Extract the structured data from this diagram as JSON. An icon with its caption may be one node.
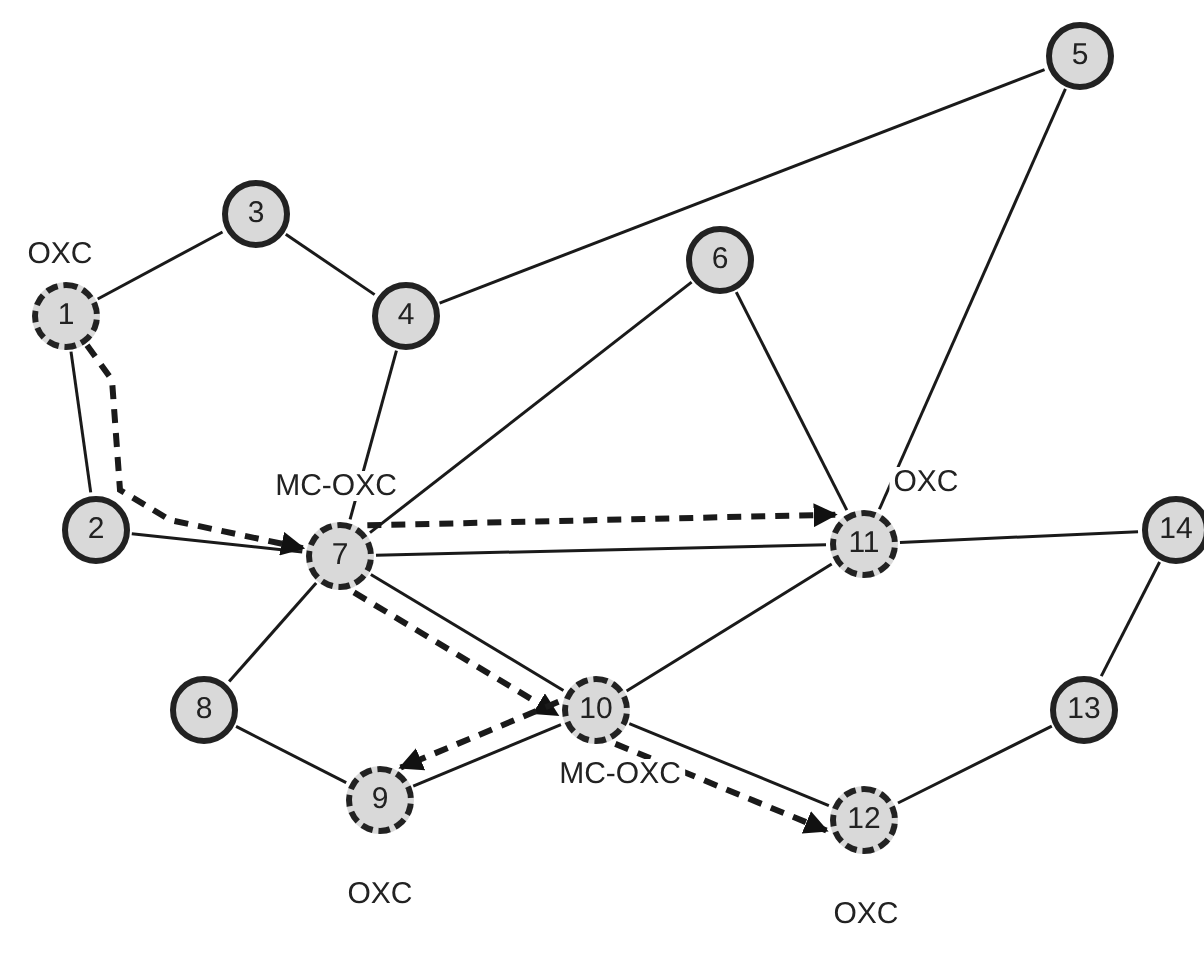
{
  "diagram": {
    "nodes": [
      {
        "text": [
          "1"
        ],
        "beside": [
          "OXC"
        ]
      },
      {
        "text": [
          "2"
        ]
      },
      {
        "text": [
          "3"
        ]
      },
      {
        "text": [
          "4"
        ]
      },
      {
        "text": [
          "5"
        ]
      },
      {
        "text": [
          "6"
        ]
      },
      {
        "text": [
          "7"
        ],
        "beside": [
          "MC-OXC"
        ]
      },
      {
        "text": [
          "8"
        ]
      },
      {
        "text": [
          "9"
        ],
        "beside": [
          "OXC"
        ]
      },
      {
        "text": [
          "10"
        ],
        "beside": [
          "MC-OXC"
        ]
      },
      {
        "text": [
          "11"
        ],
        "beside": [
          "OXC"
        ]
      },
      {
        "text": [
          "12"
        ],
        "beside": [
          "OXC"
        ]
      },
      {
        "text": [
          "13"
        ]
      },
      {
        "text": [
          "14"
        ]
      }
    ],
    "edges": [
      {
        "from": 0,
        "to": 2,
        "arrow": "none"
      },
      {
        "from": 0,
        "to": 1,
        "arrow": "none"
      },
      {
        "from": 2,
        "to": 3,
        "arrow": "none"
      },
      {
        "from": 3,
        "to": 4,
        "arrow": "none"
      },
      {
        "from": 3,
        "to": 6,
        "arrow": "none"
      },
      {
        "from": 1,
        "to": 6,
        "arrow": "none"
      },
      {
        "from": 5,
        "to": 6,
        "arrow": "none"
      },
      {
        "from": 5,
        "to": 10,
        "arrow": "none"
      },
      {
        "from": 4,
        "to": 10,
        "arrow": "none"
      },
      {
        "from": 6,
        "to": 10,
        "arrow": "none"
      },
      {
        "from": 6,
        "to": 9,
        "arrow": "none"
      },
      {
        "from": 6,
        "to": 7,
        "arrow": "none"
      },
      {
        "from": 7,
        "to": 8,
        "arrow": "none"
      },
      {
        "from": 8,
        "to": 9,
        "arrow": "none"
      },
      {
        "from": 9,
        "to": 10,
        "arrow": "none"
      },
      {
        "from": 9,
        "to": 11,
        "arrow": "none"
      },
      {
        "from": 10,
        "to": 13,
        "arrow": "none"
      },
      {
        "from": 13,
        "to": 12,
        "arrow": "none"
      },
      {
        "from": 12,
        "to": 11,
        "arrow": "none"
      },
      {
        "from": 0,
        "to": 6,
        "arrow": "to",
        "style": "dashed"
      },
      {
        "from": 6,
        "to": 10,
        "arrow": "to",
        "style": "dashed"
      },
      {
        "from": 6,
        "to": 9,
        "arrow": "to",
        "style": "dashed"
      },
      {
        "from": 9,
        "to": 11,
        "arrow": "to",
        "style": "dashed"
      },
      {
        "from": 9,
        "to": 8,
        "arrow": "to",
        "style": "dashed"
      }
    ]
  }
}
